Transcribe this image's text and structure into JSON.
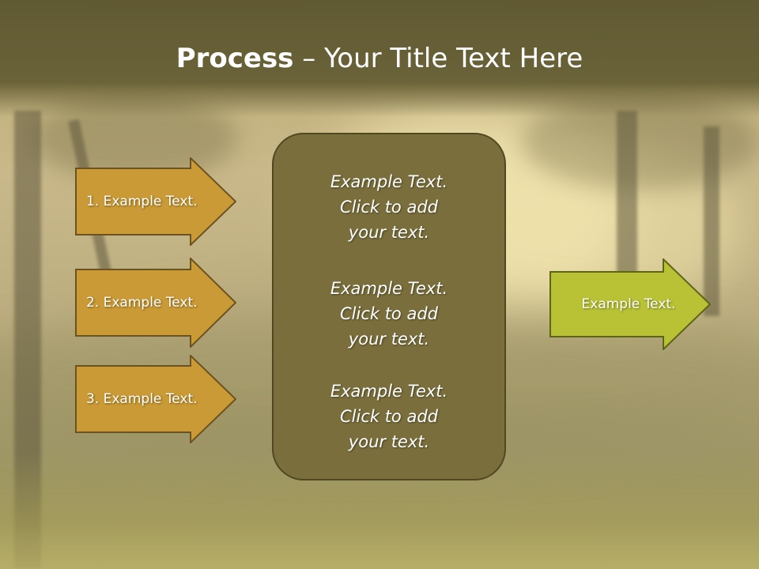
{
  "title": {
    "bold": "Process",
    "rest": " – Your Title Text Here"
  },
  "left_steps": [
    {
      "label": "1. Example Text."
    },
    {
      "label": "2. Example Text."
    },
    {
      "label": "3. Example Text."
    }
  ],
  "center_blocks": [
    {
      "line1": "Example Text.",
      "line2": "Click  to add",
      "line3": "your text."
    },
    {
      "line1": "Example Text.",
      "line2": "Click  to add",
      "line3": "your text."
    },
    {
      "line1": "Example Text.",
      "line2": "Click  to add",
      "line3": "your text."
    }
  ],
  "right_arrow": {
    "label": "Example Text."
  },
  "colors": {
    "header": "#605a33",
    "step_arrow": "#c99a35",
    "step_arrow_border": "#6b5220",
    "center_box": "#7a6f3c",
    "output_arrow": "#b8c234",
    "output_arrow_border": "#5e6418"
  }
}
